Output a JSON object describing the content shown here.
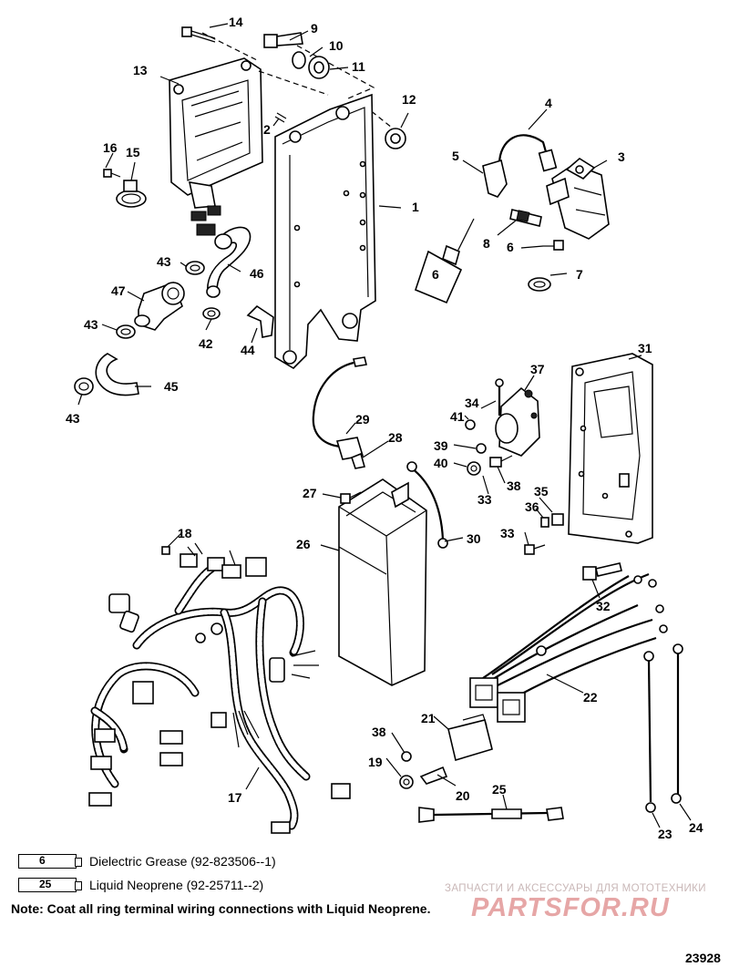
{
  "callouts": {
    "c1": "1",
    "c2": "2",
    "c3": "3",
    "c4": "4",
    "c5": "5",
    "c6": "6",
    "c7": "7",
    "c8": "8",
    "c9": "9",
    "c10": "10",
    "c11": "11",
    "c12": "12",
    "c13": "13",
    "c14": "14",
    "c15": "15",
    "c16": "16",
    "c17": "17",
    "c18": "18",
    "c19": "19",
    "c20": "20",
    "c21": "21",
    "c22": "22",
    "c23": "23",
    "c24": "24",
    "c25": "25",
    "c26": "26",
    "c27": "27",
    "c28": "28",
    "c29": "29",
    "c30": "30",
    "c31": "31",
    "c32": "32",
    "c33a": "33",
    "c33b": "33",
    "c34": "34",
    "c35": "35",
    "c36": "36",
    "c37": "37",
    "c38a": "38",
    "c38b": "38",
    "c39": "39",
    "c40": "40",
    "c41": "41",
    "c42": "42",
    "c43a": "43",
    "c43b": "43",
    "c43c": "43",
    "c44": "44",
    "c45": "45",
    "c46": "46",
    "c47": "47"
  },
  "tube_labels": {
    "t8": "6"
  },
  "legend": [
    {
      "num": "6",
      "text": "Dielectric Grease (92-823506--1)"
    },
    {
      "num": "25",
      "text": "Liquid Neoprene (92-25711--2)"
    }
  ],
  "note": "Note: Coat all ring terminal wiring connections with Liquid Neoprene.",
  "watermark": {
    "line1": "ЗАПЧАСТИ И АКСЕССУАРЫ ДЛЯ МОТОТЕХНИКИ",
    "logo": "PARTSFOR.RU"
  },
  "figure_number": "23928"
}
